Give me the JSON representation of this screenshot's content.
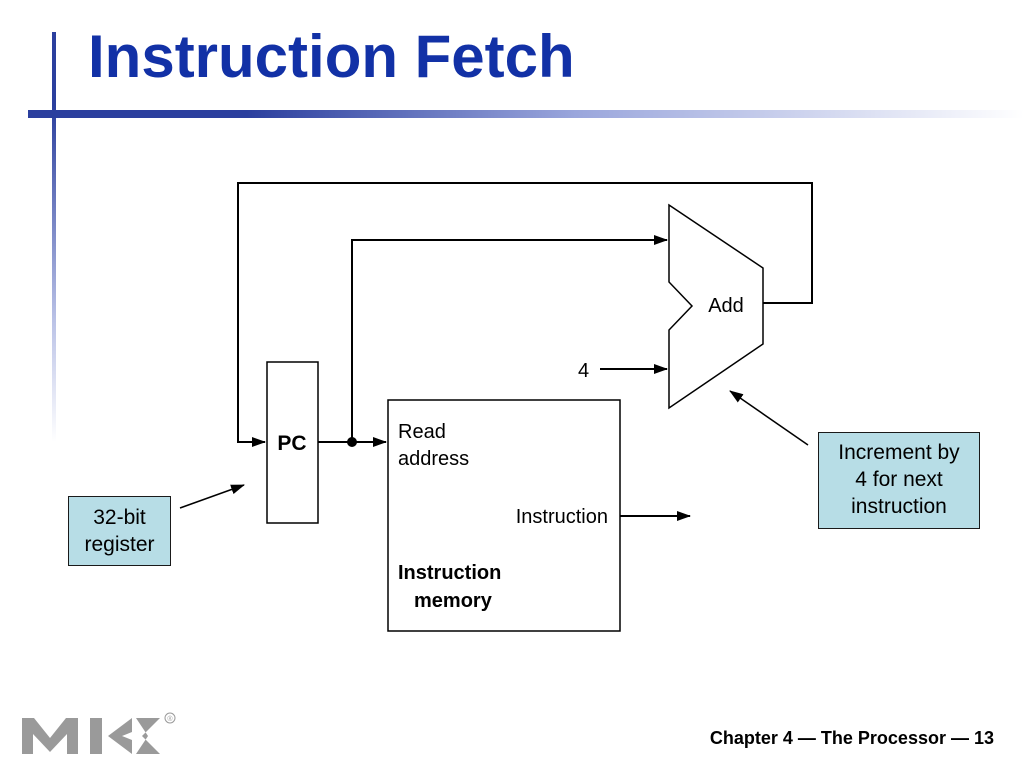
{
  "slide": {
    "title": "Instruction Fetch",
    "footer": "Chapter 4 — The Processor — 13"
  },
  "diagram": {
    "pc_label": "PC",
    "add_label": "Add",
    "constant_label": "4",
    "memory": {
      "read_address_line1": "Read",
      "read_address_line2": "address",
      "output_label": "Instruction",
      "name_line1": "Instruction",
      "name_line2": "memory"
    }
  },
  "callouts": {
    "register": {
      "line1": "32-bit",
      "line2": "register"
    },
    "increment": {
      "line1": "Increment by",
      "line2": "4 for next",
      "line3": "instruction"
    }
  },
  "logo": {
    "name": "mk-publisher-logo",
    "mark": "®"
  },
  "colors": {
    "title": "#1231a6",
    "accent_bar": "#2b3f9e",
    "callout_fill": "#b7dde6"
  }
}
